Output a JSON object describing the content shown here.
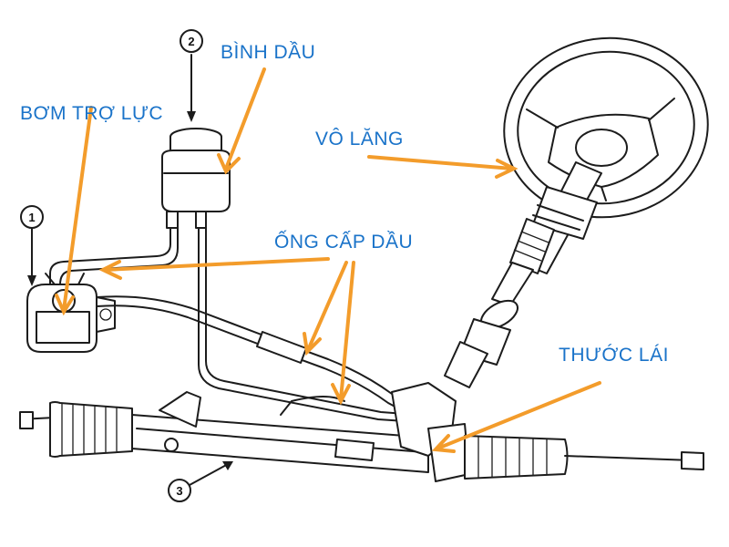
{
  "labels": {
    "reservoir": "BÌNH DẦU",
    "pump": "BƠM TRỢ LỰC",
    "steering_wheel": "VÔ LĂNG",
    "hoses": "ỐNG CẤP DẦU",
    "rack": "THƯỚC LÁI"
  },
  "callouts": [
    "1",
    "2",
    "3"
  ],
  "colors": {
    "label_text": "#1a73c9",
    "arrow": "#f39c2b",
    "line_art": "#1c1c1c"
  }
}
